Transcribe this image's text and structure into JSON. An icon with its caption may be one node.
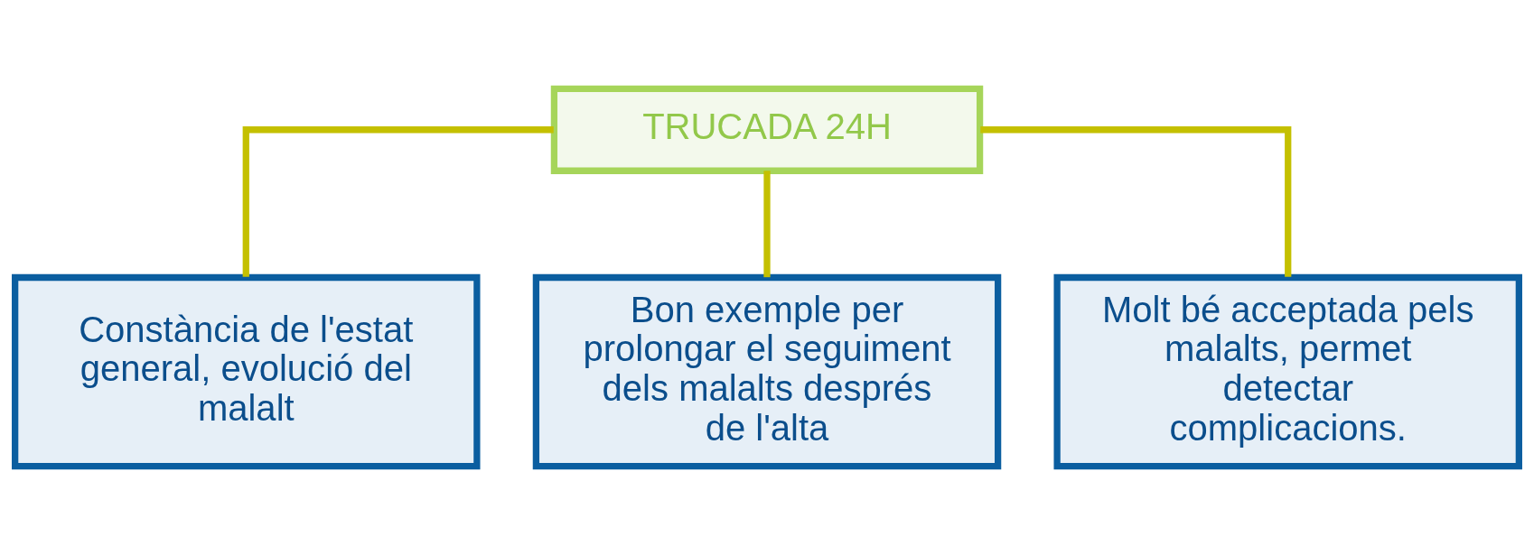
{
  "diagram": {
    "nodes": [
      {
        "text": [
          "TRUCADA 24H"
        ]
      },
      {
        "text": [
          "Constància de l'estat general, evolució del malalt"
        ]
      },
      {
        "text": [
          "Bon exemple per prolongar el seguiment dels malalts després de l'alta"
        ]
      },
      {
        "text": [
          "Molt bé acceptada pels  malalts, permet detectar complicacions."
        ]
      }
    ],
    "edges": [
      {
        "from": 0,
        "to": 1,
        "arrow": "none"
      },
      {
        "from": 0,
        "to": 2,
        "arrow": "none"
      },
      {
        "from": 0,
        "to": 3,
        "arrow": "none"
      }
    ]
  }
}
